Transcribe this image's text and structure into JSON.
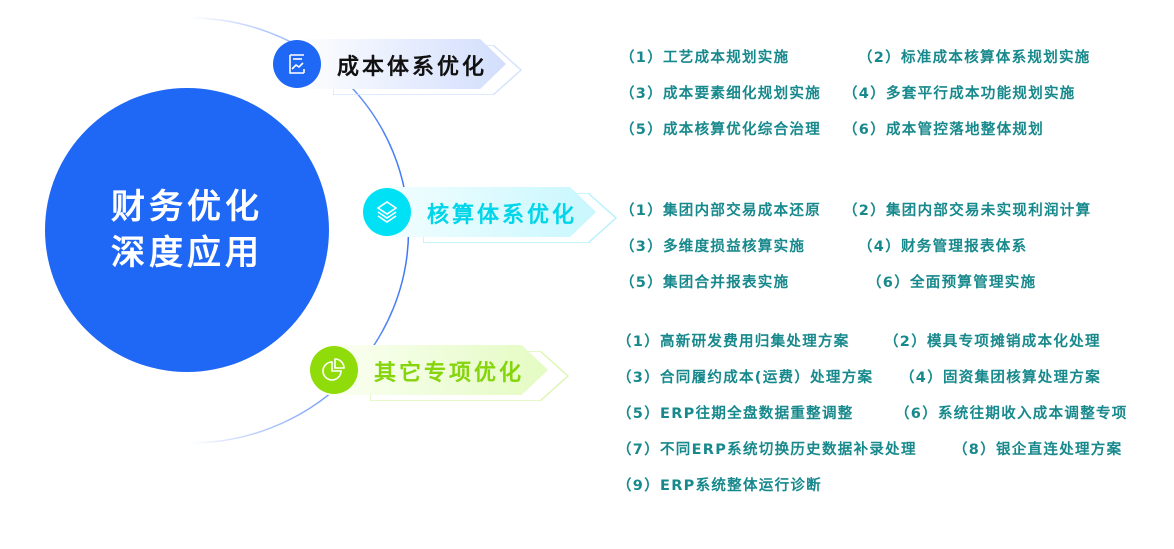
{
  "core": {
    "line1": "财务优化",
    "line2": "深度应用"
  },
  "sections": [
    {
      "title": "成本体系优化",
      "icon": "chart-document-icon",
      "color": "#1f67f5",
      "items": [
        "（1）工艺成本规划实施",
        "（2）标准成本核算体系规划实施",
        "（3）成本要素细化规划实施",
        "（4）多套平行成本功能规划实施",
        "（5）成本核算优化综合治理",
        "（6）成本管控落地整体规划"
      ]
    },
    {
      "title": "核算体系优化",
      "icon": "layers-icon",
      "color": "#00e1f5",
      "items": [
        "（1）集团内部交易成本还原",
        "（2）集团内部交易未实现利润计算",
        "（3）多维度损益核算实施",
        "（4）财务管理报表体系",
        "（5）集团合并报表实施",
        "（6）全面预算管理实施"
      ]
    },
    {
      "title": "其它专项优化",
      "icon": "pie-chart-icon",
      "color": "#8fdc0a",
      "items": [
        "（1）高新研发费用归集处理方案",
        "（2）模具专项摊销成本化处理",
        "（3）合同履约成本(运费）处理方案",
        "（4）固资集团核算处理方案",
        "（5）ERP往期全盘数据重整调整",
        "（6）系统往期收入成本调整专项",
        "（7）不同ERP系统切换历史数据补录处理",
        "（8）银企直连处理方案",
        "（9）ERP系统整体运行诊断"
      ]
    }
  ]
}
